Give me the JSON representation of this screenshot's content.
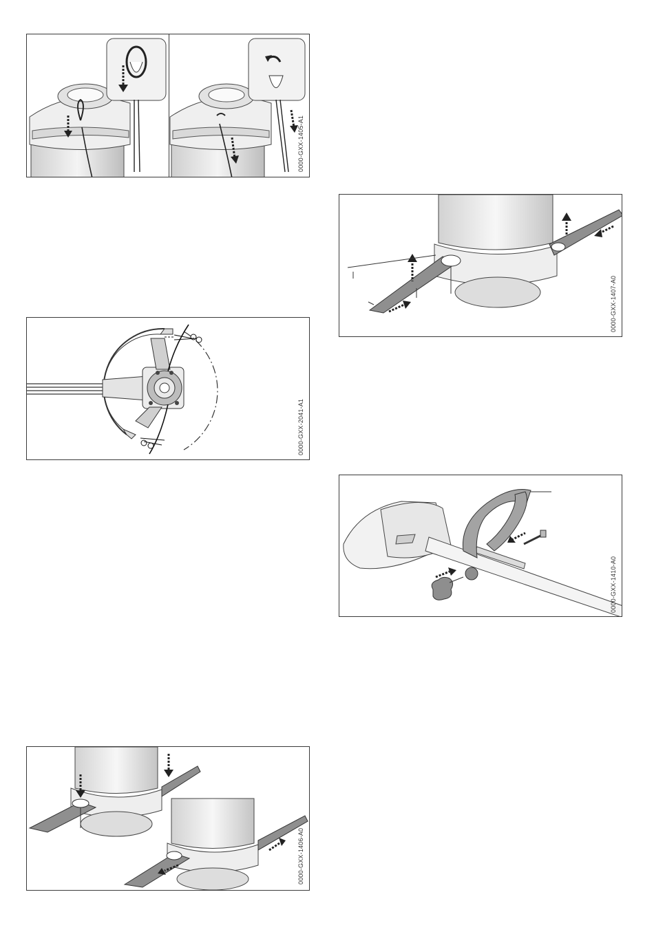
{
  "figures": [
    {
      "id": "0000-GXX-1405-A1"
    },
    {
      "id": "0000-GXX-2041-A1"
    },
    {
      "id": "0000-GXX-1406-A0"
    },
    {
      "id": "0000-GXX-1407-A0"
    },
    {
      "id": "0000-GXX-1410-A0"
    }
  ]
}
